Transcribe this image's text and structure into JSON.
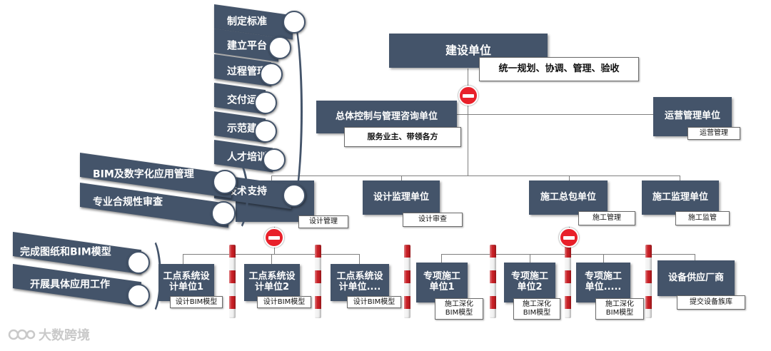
{
  "top": {
    "owner": "建设单位",
    "owner_duty": "统一规划、协调、管理、验收"
  },
  "level2": {
    "consult": "总体控制与管理咨询单位",
    "consult_duty": "服务业主、带领各方",
    "ops": "运营管理单位",
    "ops_duty": "运营管理"
  },
  "level3": {
    "design_duty": "设计管理",
    "design_supervision": "设计监理单位",
    "design_supervision_duty": "设计审查",
    "general_contractor": "施工总包单位",
    "general_contractor_duty": "施工管理",
    "construction_supervision": "施工监理单位",
    "construction_supervision_duty": "施工监管"
  },
  "level4": [
    {
      "name": "工点系统设计单位1",
      "duty": "设计BIM模型"
    },
    {
      "name": "工点系统设计单位2",
      "duty": "设计BIM模型"
    },
    {
      "name": "工点系统设计单位....",
      "duty": "设计BIM模型"
    },
    {
      "name": "专项施工单位1",
      "duty": "施工深化BIM模型"
    },
    {
      "name": "专项施工单位2",
      "duty": "施工深化BIM模型"
    },
    {
      "name": "专项施工单位.....",
      "duty": "施工深化BIM模型"
    },
    {
      "name": "设备供应厂商",
      "duty": "提交设备族库"
    }
  ],
  "consult_ribbons": [
    "制定标准",
    "建立平台",
    "过程管理",
    "交付运维",
    "示范建模",
    "人才培训",
    "技术支持"
  ],
  "design_ribbons": [
    "BIM及数字化应用管理",
    "专业合规性审查"
  ],
  "unit_ribbons": [
    "完成图纸和BIM模型",
    "开展具体应用工作"
  ],
  "watermark": "大数跨境",
  "colors": {
    "node": "#44546a",
    "stop": "#e8202a",
    "pole_red": "#c81f25",
    "line": "#7f7f7f"
  }
}
